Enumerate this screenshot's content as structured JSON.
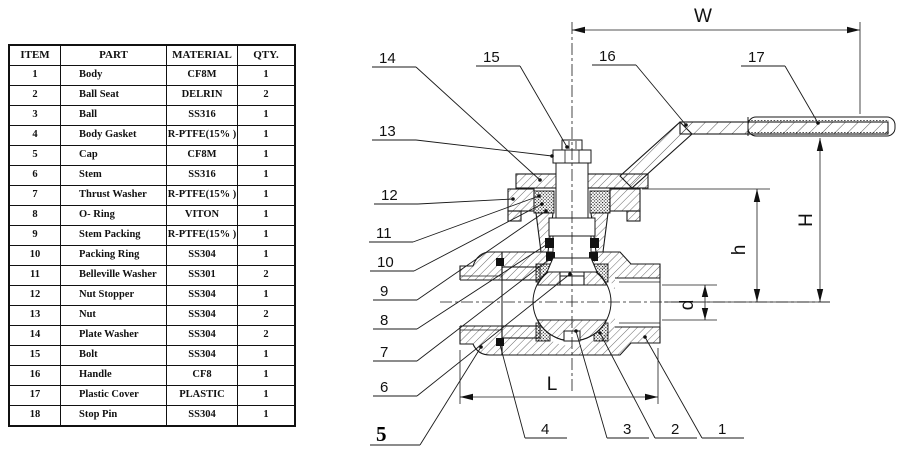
{
  "table": {
    "headers": {
      "item": "ITEM",
      "part": "PART",
      "material": "MATERIAL",
      "qty": "QTY."
    },
    "rows": [
      {
        "item": "1",
        "part": "Body",
        "material": "CF8M",
        "qty": "1"
      },
      {
        "item": "2",
        "part": "Ball Seat",
        "material": "DELRIN",
        "qty": "2"
      },
      {
        "item": "3",
        "part": "Ball",
        "material": "SS316",
        "qty": "1"
      },
      {
        "item": "4",
        "part": "Body Gasket",
        "material": "R-PTFE(15% )",
        "qty": "1"
      },
      {
        "item": "5",
        "part": "Cap",
        "material": "CF8M",
        "qty": "1"
      },
      {
        "item": "6",
        "part": "Stem",
        "material": "SS316",
        "qty": "1"
      },
      {
        "item": "7",
        "part": "Thrust Washer",
        "material": "R-PTFE(15% )",
        "qty": "1"
      },
      {
        "item": "8",
        "part": "O- Ring",
        "material": "VITON",
        "qty": "1"
      },
      {
        "item": "9",
        "part": "Stem Packing",
        "material": "R-PTFE(15% )",
        "qty": "1"
      },
      {
        "item": "10",
        "part": "Packing Ring",
        "material": "SS304",
        "qty": "1"
      },
      {
        "item": "11",
        "part": "Belleville Washer",
        "material": "SS301",
        "qty": "2"
      },
      {
        "item": "12",
        "part": "Nut Stopper",
        "material": "SS304",
        "qty": "1"
      },
      {
        "item": "13",
        "part": "Nut",
        "material": "SS304",
        "qty": "2"
      },
      {
        "item": "14",
        "part": "Plate Washer",
        "material": "SS304",
        "qty": "2"
      },
      {
        "item": "15",
        "part": "Bolt",
        "material": "SS304",
        "qty": "1"
      },
      {
        "item": "16",
        "part": "Handle",
        "material": "CF8",
        "qty": "1"
      },
      {
        "item": "17",
        "part": "Plastic Cover",
        "material": "PLASTIC",
        "qty": "1"
      },
      {
        "item": "18",
        "part": "Stop Pin",
        "material": "SS304",
        "qty": "1"
      }
    ]
  },
  "drawing": {
    "dimensions": {
      "w": "W",
      "H": "H",
      "h": "h",
      "d": "d",
      "L": "L"
    },
    "callouts": {
      "c1": "1",
      "c2": "2",
      "c3": "3",
      "c4": "4",
      "c5": "5",
      "c6": "6",
      "c7": "7",
      "c8": "8",
      "c9": "9",
      "c10": "10",
      "c11": "11",
      "c12": "12",
      "c13": "13",
      "c14": "14",
      "c15": "15",
      "c16": "16",
      "c17": "17"
    }
  }
}
